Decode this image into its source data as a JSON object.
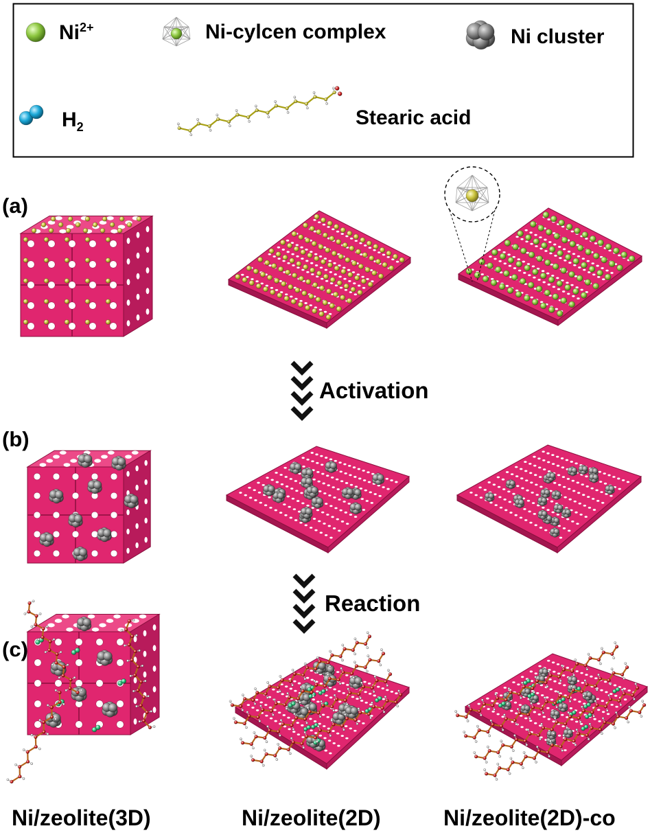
{
  "legend": {
    "ni_ion_main": "Ni",
    "ni_ion_sup": "2+",
    "cyclen": "Ni-cylcen complex",
    "cluster_ni": "Ni",
    "cluster_word": "cluster",
    "h2_main": "H",
    "h2_sub": "2",
    "stearic": "Stearic acid"
  },
  "panels": {
    "a": "(a)",
    "b": "(b)",
    "c": "(c)"
  },
  "steps": {
    "activation": "Activation",
    "reaction": "Reaction"
  },
  "columns": [
    "Ni/zeolite(3D)",
    "Ni/zeolite(2D)",
    "Ni/zeolite(2D)-co"
  ],
  "colors": {
    "zeolite": "#e0266f",
    "ni_ion": "#c9c23a",
    "ni_ion_legend": "#8cc63f",
    "cluster": "#8a8a8a",
    "h2": "#1aa8d8",
    "h2_reaction": "#2ec27e",
    "stearic_chain": "#a8a012",
    "stearic_reaction": "#b5651d",
    "arrow": "#111111"
  }
}
